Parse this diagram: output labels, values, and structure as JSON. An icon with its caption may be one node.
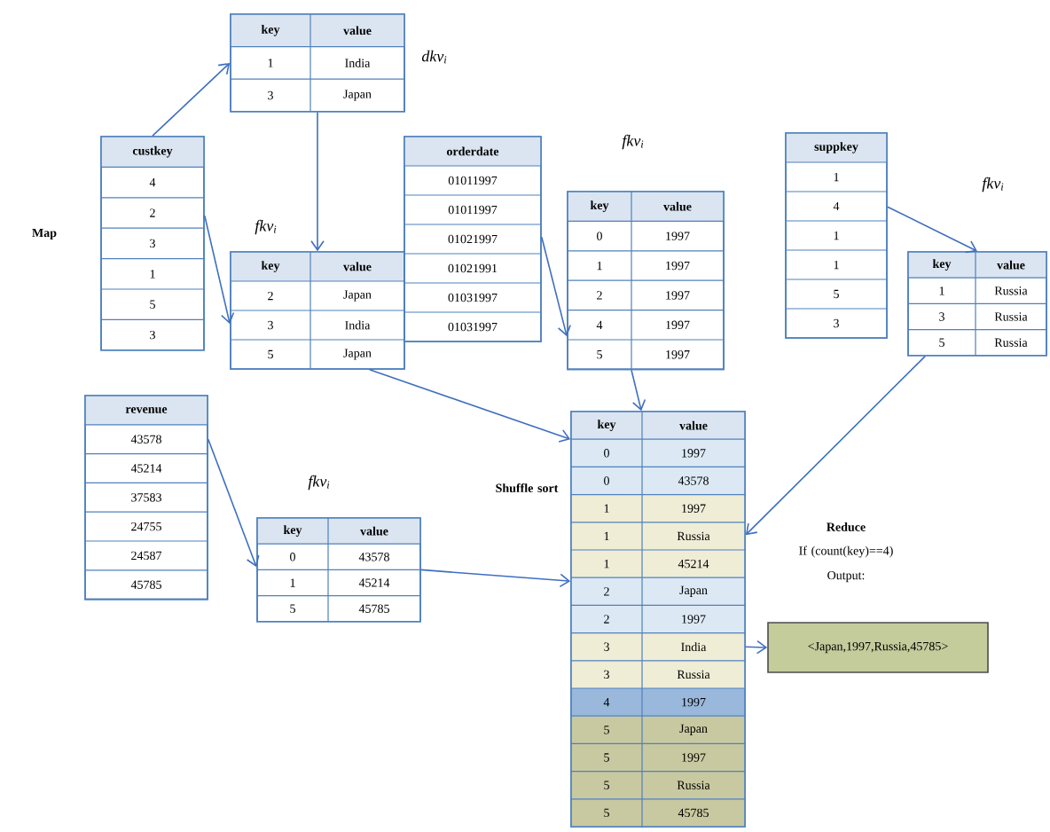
{
  "diagram": {
    "nodes": [
      {
        "text": [
          "custkey",
          "4",
          "2",
          "3",
          "1",
          "5",
          "3"
        ]
      },
      {
        "text": [
          "key",
          "value",
          "1",
          "India",
          "3",
          "Japan"
        ],
        "beside": [
          "dkv$_{i}$"
        ]
      },
      {
        "text": [
          "key",
          "value",
          "2",
          "Japan",
          "3",
          "India",
          "5",
          "Japan"
        ],
        "beside": [
          "fkv$_{i}$"
        ]
      },
      {
        "text": [
          "orderdate",
          "01011997",
          "01011997",
          "01021997",
          "01021991",
          "01031997",
          "01031997"
        ]
      },
      {
        "text": [
          "key",
          "value",
          "0",
          "1997",
          "1",
          "1997",
          "2",
          "1997",
          "4",
          "1997",
          "5",
          "1997"
        ],
        "beside": [
          "fkv$_{i}$"
        ]
      },
      {
        "text": [
          "suppkey",
          "1",
          "4",
          "1",
          "1",
          "5",
          "3"
        ]
      },
      {
        "text": [
          "key",
          "value",
          "1",
          "Russia",
          "3",
          "Russia",
          "5",
          "Russia"
        ],
        "beside": [
          "fkv$_{i}$"
        ]
      },
      {
        "text": [
          "revenue",
          "43578",
          "45214",
          "37583",
          "24755",
          "24587",
          "45785"
        ]
      },
      {
        "text": [
          "key",
          "value",
          "0",
          "43578",
          "1",
          "45214",
          "5",
          "45785"
        ],
        "beside": [
          "fkv$_{i}$"
        ]
      },
      {
        "text": [
          "key",
          "value",
          "0",
          "1997",
          "0",
          "43578",
          "1",
          "1997",
          "1",
          "Russia",
          "1",
          "45214",
          "2",
          "Japan",
          "2",
          "1997",
          "3",
          "India",
          "3",
          "Russia",
          "4",
          "1997",
          "5",
          "Japan",
          "5",
          "1997",
          "5",
          "Russia",
          "5",
          "45785"
        ]
      },
      {
        "text": [
          "<Japan,1997,Russia,45785>"
        ]
      }
    ],
    "edges": [
      {
        "from": 0,
        "to": 1,
        "arrow": "to"
      },
      {
        "from": 1,
        "to": 2,
        "arrow": "to"
      },
      {
        "from": 0,
        "to": 2,
        "arrow": "to"
      },
      {
        "from": 3,
        "to": 4,
        "arrow": "to"
      },
      {
        "from": 5,
        "to": 6,
        "arrow": "to"
      },
      {
        "from": 7,
        "to": 8,
        "arrow": "to"
      },
      {
        "from": 2,
        "to": 9,
        "arrow": "to"
      },
      {
        "from": 4,
        "to": 9,
        "arrow": "to"
      },
      {
        "from": 6,
        "to": 9,
        "arrow": "to"
      },
      {
        "from": 8,
        "to": 9,
        "arrow": "to"
      },
      {
        "from": 9,
        "to": 10,
        "arrow": "to"
      }
    ],
    "labels": [
      "Map",
      "Shuffle sort",
      "Reduce",
      "If (count(key)==4)",
      "Output:"
    ]
  }
}
